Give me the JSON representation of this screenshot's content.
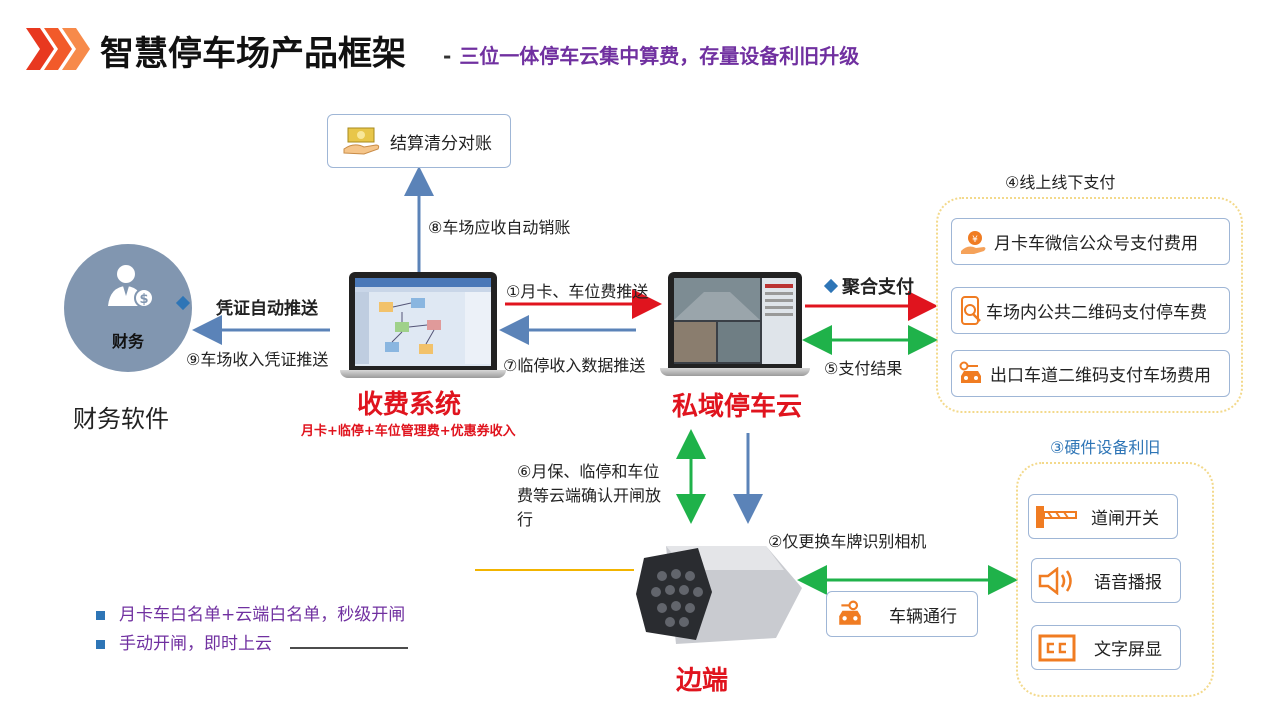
{
  "header": {
    "title": "智慧停车场产品框架",
    "subtitle_dash": "-",
    "subtitle": "三位一体停车云集中算费，存量设备利旧升级"
  },
  "nodes": {
    "settlement": "结算清分对账",
    "finance_circle": "财务",
    "finance_software": "财务软件",
    "charging_system": "收费系统",
    "charging_sub": "月卡+临停+车位管理费+优惠券收入",
    "private_cloud": "私域停车云",
    "edge": "边端",
    "vehicle_pass": "车辆通行"
  },
  "arrows": {
    "auto_writeoff": "⑧车场应收自动销账",
    "voucher_push": "凭证自动推送",
    "income_voucher": "⑨车场收入凭证推送",
    "fee_push": "①月卡、车位费推送",
    "temp_income": "⑦临停收入数据推送",
    "aggregate_pay": "聚合支付",
    "pay_result": "⑤支付结果",
    "cloud_confirm": "⑥月保、临停和车位费等云端确认开闸放行",
    "camera_only": "②仅更换车牌识别相机"
  },
  "payment": {
    "title": "④线上线下支付",
    "items": [
      {
        "label": "月卡车微信公众号支付费用",
        "icon": "coin-hand-icon"
      },
      {
        "label": "车场内公共二维码支付停车费",
        "icon": "phone-search-icon"
      },
      {
        "label": "出口车道二维码支付车场费用",
        "icon": "car-key-icon"
      }
    ]
  },
  "hardware": {
    "title": "③硬件设备利旧",
    "items": [
      {
        "label": "道闸开关",
        "icon": "barrier-gate-icon"
      },
      {
        "label": "语音播报",
        "icon": "speaker-icon"
      },
      {
        "label": "文字屏显",
        "icon": "display-cc-icon"
      }
    ]
  },
  "legend": [
    "月卡车白名单+云端白名单，秒级开闸",
    "手动开闸，即时上云"
  ],
  "colors": {
    "red": "#e0141e",
    "blue": "#5b83b8",
    "green": "#1fb24a",
    "purple": "#7030a0",
    "orange": "#f07c22"
  }
}
